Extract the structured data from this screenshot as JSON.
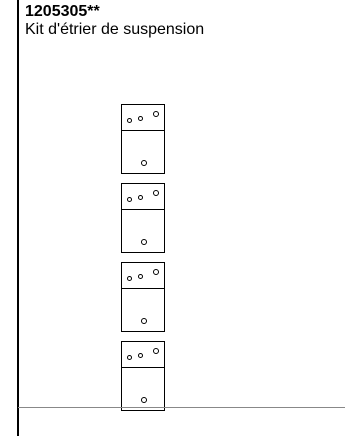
{
  "part": {
    "number": "1205305**",
    "title": "Kit d'étrier de suspension"
  },
  "illustration": {
    "bracket_count": 4,
    "icon": "suspension-bracket-icon",
    "line_color": "#000000"
  }
}
